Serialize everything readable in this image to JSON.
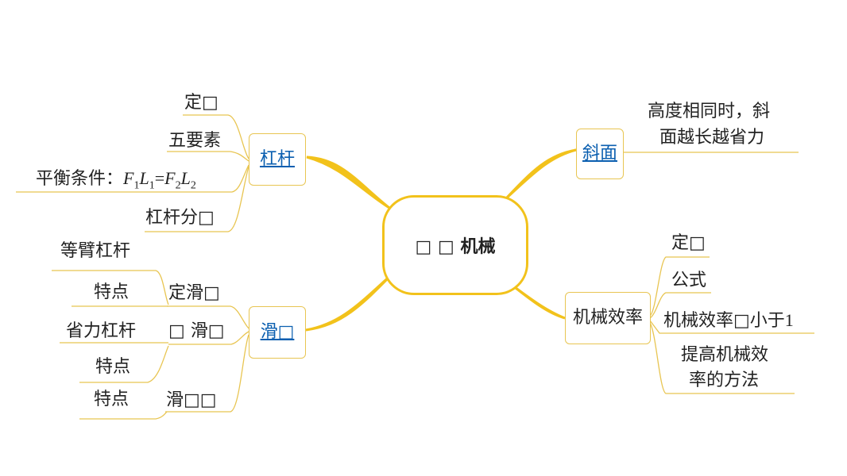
{
  "center": {
    "label": "□ □ 机械"
  },
  "branches": {
    "lever": {
      "label": "杠杆",
      "items": [
        "定□",
        "五要素",
        "平衡条件：",
        "杠杆分□"
      ],
      "formula": {
        "f1": "F",
        "s1": "1",
        "l1": "L",
        "s2": "1",
        "eq": "=",
        "f2": "F",
        "s3": "2",
        "l2": "L",
        "s4": "2"
      }
    },
    "pulley": {
      "label": "滑□",
      "fixed": {
        "label": "定滑□",
        "children": [
          "等臂杠杆",
          "特点"
        ]
      },
      "movable": {
        "label": "□ 滑□",
        "children": [
          "省力杠杆",
          "特点"
        ]
      },
      "block": {
        "label": "滑□□",
        "children": [
          "特点"
        ]
      }
    },
    "incline": {
      "label": "斜面",
      "note_line1": "高度相同时，斜",
      "note_line2": "面越长越省力"
    },
    "efficiency": {
      "label": "机械效率",
      "items": [
        "定□",
        "公式",
        "机械效率□小于"
      ],
      "less_than_value": "1",
      "method_line1": "提高机械效",
      "method_line2": "率的方法"
    }
  },
  "colors": {
    "thick_branch": "#f2c21b",
    "thin_line": "#e8c552",
    "link": "#0b5fb0"
  }
}
